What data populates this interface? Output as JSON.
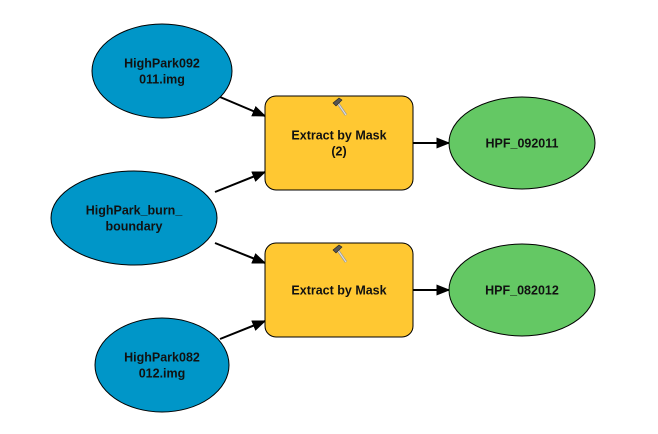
{
  "colors": {
    "data_node": "#0096C8",
    "tool_node": "#FFC832",
    "output_node": "#64C864",
    "stroke": "#000000",
    "edge": "#000000"
  },
  "nodes": [
    {
      "id": "in1",
      "type": "input-data",
      "lines": [
        "HighPark092",
        "011.img"
      ]
    },
    {
      "id": "mask",
      "type": "input-data",
      "lines": [
        "HighPark_burn_",
        "boundary"
      ]
    },
    {
      "id": "in2",
      "type": "input-data",
      "lines": [
        "HighPark082",
        "012.img"
      ]
    },
    {
      "id": "tool1",
      "type": "tool",
      "icon": "hammer-icon",
      "lines": [
        "Extract by Mask",
        "(2)"
      ]
    },
    {
      "id": "tool2",
      "type": "tool",
      "icon": "hammer-icon",
      "lines": [
        "Extract by Mask"
      ]
    },
    {
      "id": "out1",
      "type": "output-data",
      "lines": [
        "HPF_092011"
      ]
    },
    {
      "id": "out2",
      "type": "output-data",
      "lines": [
        "HPF_082012"
      ]
    }
  ],
  "edges": [
    {
      "from": "in1",
      "to": "tool1"
    },
    {
      "from": "mask",
      "to": "tool1"
    },
    {
      "from": "mask",
      "to": "tool2"
    },
    {
      "from": "in2",
      "to": "tool2"
    },
    {
      "from": "tool1",
      "to": "out1"
    },
    {
      "from": "tool2",
      "to": "out2"
    }
  ]
}
